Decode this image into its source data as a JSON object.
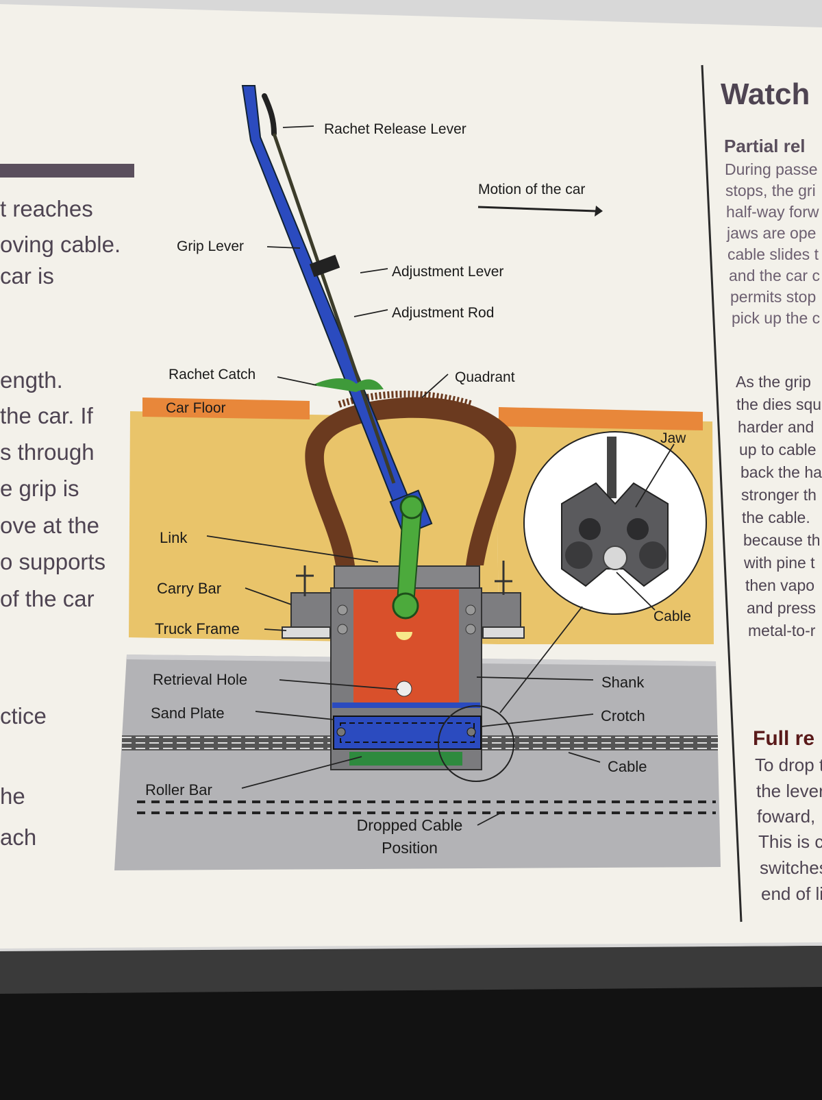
{
  "left_column": {
    "lines": [
      "t reaches",
      "oving cable.",
      "car is",
      "ength.",
      "the car.  If",
      "s through",
      "e grip is",
      "ove at the",
      "o supports",
      "of the car",
      "ctice",
      "he",
      "ach"
    ]
  },
  "right_column": {
    "title": "Watch",
    "section1_heading": "Partial rel",
    "section1_lines": [
      "During passe",
      "stops, the gri",
      "half-way forw",
      "jaws are ope",
      "cable slides t",
      "and the car c",
      "permits stop",
      "pick up the c"
    ],
    "section2_lines": [
      "As the grip",
      "the dies squ",
      "harder and",
      "up to cable",
      "back the ha",
      "stronger th",
      "the cable.",
      "because th",
      "with pine t",
      "then vapo",
      "and press",
      "metal-to-r"
    ],
    "section3_heading": "Full re",
    "section3_lines": [
      "To drop t",
      "the lever",
      "foward,",
      "This is c",
      "switches",
      "end of li"
    ]
  },
  "diagram": {
    "labels": {
      "rachet_release_lever": "Rachet Release Lever",
      "motion_of_car": "Motion of the car",
      "grip_lever": "Grip Lever",
      "adjustment_lever": "Adjustment Lever",
      "adjustment_rod": "Adjustment Rod",
      "rachet_catch": "Rachet Catch",
      "quadrant": "Quadrant",
      "car_floor": "Car Floor",
      "jaw": "Jaw",
      "link": "Link",
      "carry_bar": "Carry Bar",
      "cable_detail": "Cable",
      "truck_frame": "Truck Frame",
      "retrieval_hole": "Retrieval Hole",
      "shank": "Shank",
      "sand_plate": "Sand Plate",
      "crotch": "Crotch",
      "cable": "Cable",
      "roller_bar": "Roller Bar",
      "dropped_cable_line1": "Dropped Cable",
      "dropped_cable_line2": "Position"
    },
    "colors": {
      "grip_lever": "#2b4bbf",
      "quadrant": "#6b3a1f",
      "car_floor": "#e89a4a",
      "floor_fill": "#e9c46a",
      "shank": "#d9502b",
      "link": "#4caa3c",
      "rachet_catch": "#3f9a3a",
      "street": "#b4b4b8"
    }
  }
}
